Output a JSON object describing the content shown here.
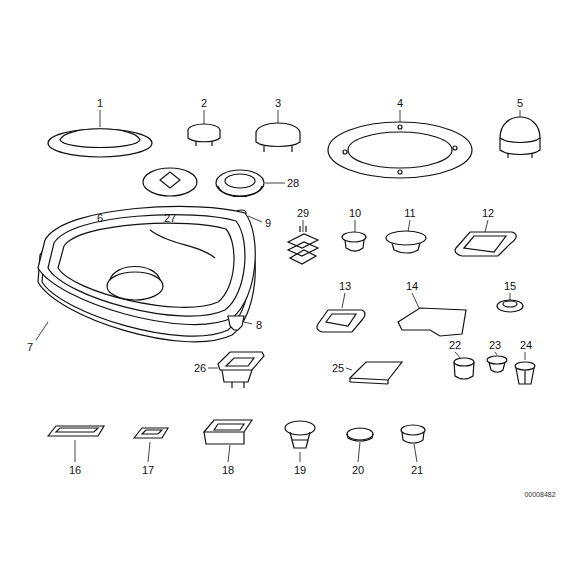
{
  "diagram": {
    "labels": [
      "1",
      "2",
      "3",
      "4",
      "5",
      "6",
      "7",
      "8",
      "9",
      "10",
      "11",
      "12",
      "13",
      "14",
      "15",
      "16",
      "17",
      "18",
      "19",
      "20",
      "21",
      "22",
      "23",
      "24",
      "25",
      "26",
      "27",
      "28",
      "29",
      "00008482"
    ]
  }
}
